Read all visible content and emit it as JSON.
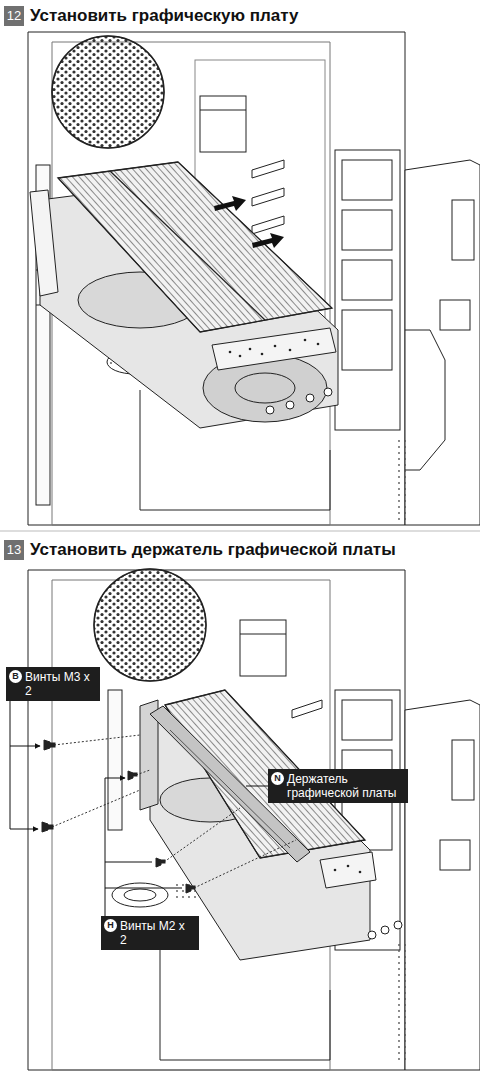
{
  "diagram": {
    "nodes": [
      {
        "text": [
          "12",
          "Установить графическую плату"
        ]
      },
      {
        "text": [
          "13",
          "Установить держатель графической платы"
        ]
      },
      {
        "text": [
          "B",
          "Винты M3 x 2"
        ]
      },
      {
        "text": [
          "N",
          "Держатель графической платы"
        ]
      },
      {
        "text": [
          "H",
          "Винты M2 x 2"
        ]
      }
    ]
  }
}
